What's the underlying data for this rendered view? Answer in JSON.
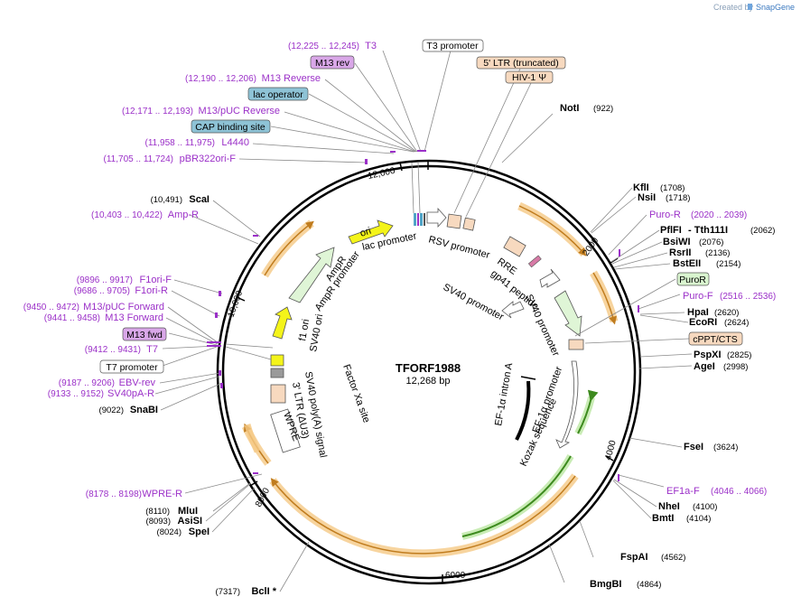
{
  "watermark": {
    "prefix": "Created by",
    "brand": "SnapGene"
  },
  "plasmid": {
    "name": "TFORF1988",
    "size_label": "12,268 bp",
    "length": 12268
  },
  "ticks": [
    "2000",
    "4000",
    "6000",
    "8000",
    "10,000",
    "12,000"
  ],
  "colors": {
    "primer": "#9b30c8",
    "feature_line": "#8a8a8a",
    "ring": "#000000",
    "orf_glow": "#f5c986",
    "orf_line": "#c07c1e"
  },
  "left_primers": [
    {
      "range": "(12,225 .. 12,245)",
      "name": "T3"
    },
    {
      "range": "(12,190 .. 12,206)",
      "name": "M13 Reverse"
    },
    {
      "range": "(12,171 .. 12,193)",
      "name": "M13/pUC Reverse"
    },
    {
      "range": "(11,958 .. 11,975)",
      "name": "L4440"
    },
    {
      "range": "(11,705 .. 11,724)",
      "name": "pBR322ori-F"
    },
    {
      "range": "(10,403 .. 10,422)",
      "name": "Amp-R"
    },
    {
      "range": "(9896 .. 9917)",
      "name": "F1ori-F"
    },
    {
      "range": "(9686 .. 9705)",
      "name": "F1ori-R"
    },
    {
      "range": "(9450 .. 9472)",
      "name": "M13/pUC Forward"
    },
    {
      "range": "(9441 .. 9458)",
      "name": "M13 Forward"
    },
    {
      "range": "(9412 .. 9431)",
      "name": "T7"
    },
    {
      "range": "(9187 .. 9206)",
      "name": "EBV-rev"
    },
    {
      "range": "(9133 .. 9152)",
      "name": "SV40pA-R"
    },
    {
      "range": "(8178 .. 8198)",
      "name": "WPRE-R"
    }
  ],
  "left_boxes": [
    {
      "name": "M13 rev",
      "style": "primer"
    },
    {
      "name": "lac operator",
      "style": "blue"
    },
    {
      "name": "CAP binding site",
      "style": "blue"
    },
    {
      "name": "M13 fwd",
      "style": "primer"
    },
    {
      "name": "T7 promoter",
      "style": "white"
    }
  ],
  "left_enzymes": [
    {
      "pos": "(10,491)",
      "name": "ScaI"
    },
    {
      "pos": "(9022)",
      "name": "SnaBI"
    },
    {
      "pos": "(8110)",
      "name": "MluI"
    },
    {
      "pos": "(8093)",
      "name": "AsiSI"
    },
    {
      "pos": "(8024)",
      "name": "SpeI"
    },
    {
      "pos": "(7317)",
      "name": "BclI *"
    }
  ],
  "top_boxes": [
    {
      "name": "T3 promoter",
      "style": "white"
    },
    {
      "name": "5' LTR (truncated)",
      "style": "peach"
    },
    {
      "name": "HIV-1 Ψ",
      "style": "peach"
    }
  ],
  "right_enzymes": [
    {
      "name": "NotI",
      "pos": "(922)"
    },
    {
      "name": "KflI",
      "pos": "(1708)"
    },
    {
      "name": "NsiI",
      "pos": "(1718)"
    },
    {
      "name": "PflFI",
      "pos": ""
    },
    {
      "name": "- Tth111I",
      "pos": "(2062)"
    },
    {
      "name": "BsiWI",
      "pos": "(2076)"
    },
    {
      "name": "RsrII",
      "pos": "(2136)"
    },
    {
      "name": "BstEII",
      "pos": "(2154)"
    },
    {
      "name": "HpaI",
      "pos": "(2620)"
    },
    {
      "name": "EcoRI",
      "pos": "(2624)"
    },
    {
      "name": "PspXI",
      "pos": "(2825)"
    },
    {
      "name": "AgeI",
      "pos": "(2998)"
    },
    {
      "name": "FseI",
      "pos": "(3624)"
    },
    {
      "name": "NheI",
      "pos": "(4100)"
    },
    {
      "name": "BmtI",
      "pos": "(4104)"
    },
    {
      "name": "FspAI",
      "pos": "(4562)"
    },
    {
      "name": "BmgBI",
      "pos": "(4864)"
    }
  ],
  "right_primers": [
    {
      "name": "Puro-R",
      "range": "(2020 .. 2039)"
    },
    {
      "name": "Puro-F",
      "range": "(2516 .. 2536)"
    },
    {
      "name": "EF1a-F",
      "range": "(4046 .. 4066)"
    }
  ],
  "right_boxes": [
    {
      "name": "PuroR",
      "style": "green"
    },
    {
      "name": "cPPT/CTS",
      "style": "peach"
    }
  ],
  "inner_labels": {
    "ori": "ori",
    "lac_promoter": "lac promoter",
    "rsv_promoter": "RSV promoter",
    "ampr": "AmpR",
    "ampr_promoter": "AmpR promoter",
    "rre": "RRE",
    "gp41": "gp41 peptide",
    "sv40_promoter_a": "SV40 promoter",
    "sv40_promoter_b": "SV40 promoter",
    "f1_ori": "f1 ori",
    "sv40_ori": "SV40 ori",
    "factor_xa": "Factor Xa site",
    "sv40_polya": "SV40 poly(A) signal",
    "ltr3": "3' LTR (ΔU3)",
    "wpre": "WPRE",
    "ef1a_intron": "EF-1α intron A",
    "ef1a_promoter": "EF-1α promoter",
    "kozak": "Kozak sequence"
  }
}
